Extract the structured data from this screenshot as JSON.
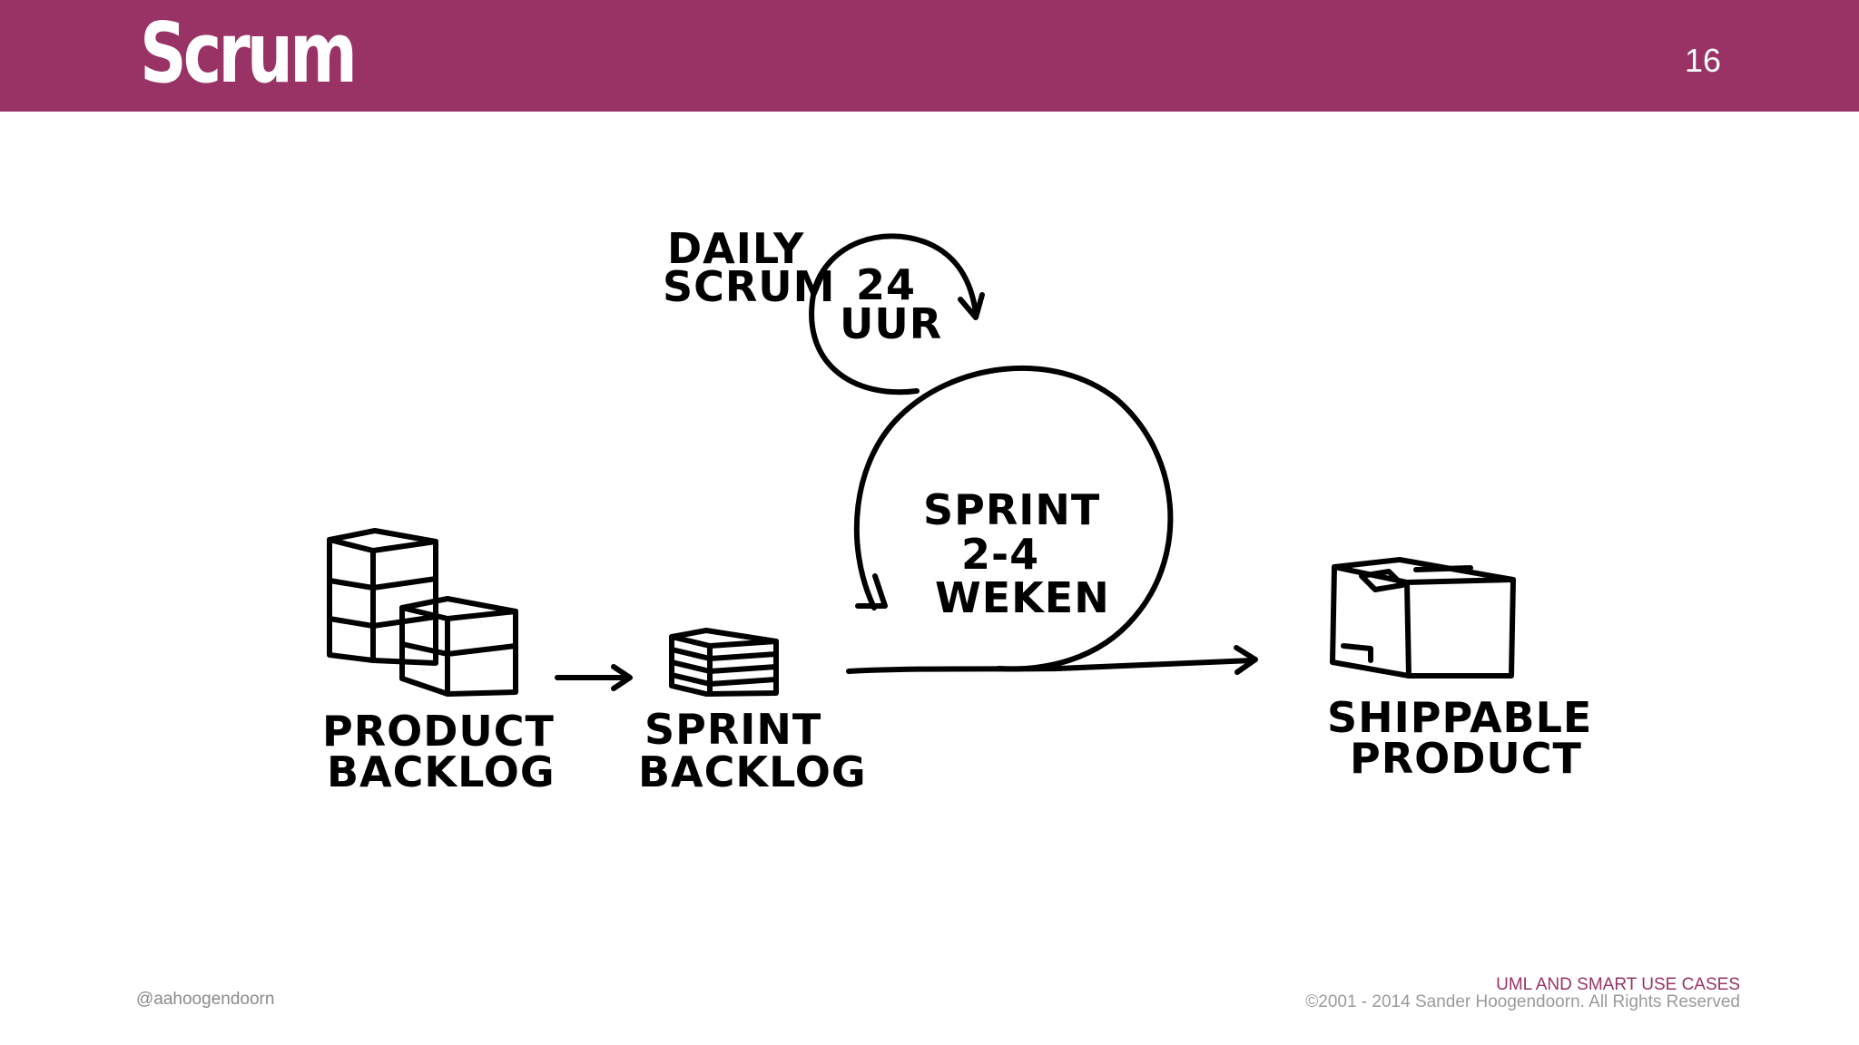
{
  "slide": {
    "title": "Scrum",
    "page_number": "16",
    "header_color": "#993366"
  },
  "diagram": {
    "daily_scrum_line1": "DAILY",
    "daily_scrum_line2": "SCRUM",
    "cycle_24_line1": "24",
    "cycle_24_line2": "UUR",
    "sprint_line1": "SPRINT",
    "sprint_line2": "2-4",
    "sprint_line3": "WEKEN",
    "product_backlog_line1": "PRODUCT",
    "product_backlog_line2": "BACKLOG",
    "sprint_backlog_line1": "SPRINT",
    "sprint_backlog_line2": "BACKLOG",
    "shippable_line1": "SHIPPABLE",
    "shippable_line2": "PRODUCT"
  },
  "footer": {
    "handle": "@aahoogendoorn",
    "course": "UML AND SMART USE CASES",
    "copyright": "©2001 - 2014 Sander Hoogendoorn. All Rights Reserved"
  }
}
